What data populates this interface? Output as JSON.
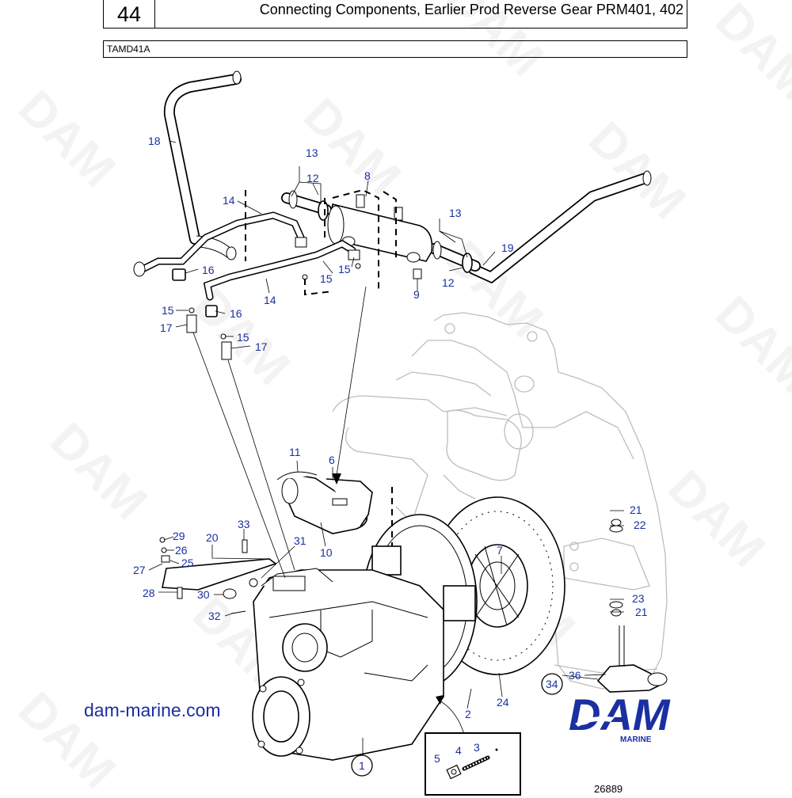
{
  "header": {
    "page_number": "44",
    "title": "Connecting Components, Earlier Prod Reverse Gear PRM401, 402",
    "model": "TAMD41A"
  },
  "footer": {
    "website": "dam-marine.com",
    "logo_text": "DAM",
    "logo_subtext": "MARINE",
    "document_ref": "26889"
  },
  "watermark": {
    "text": "DAM",
    "color": "#000000"
  },
  "callouts": {
    "c1": "1",
    "c2": "2",
    "c3": "3",
    "c4": "4",
    "c5": "5",
    "c6": "6",
    "c7": "7",
    "c8": "8",
    "c9": "9",
    "c10": "10",
    "c11": "11",
    "c12a": "12",
    "c12b": "12",
    "c13a": "13",
    "c13b": "13",
    "c14a": "14",
    "c14b": "14",
    "c15a": "15",
    "c15b": "15",
    "c15c": "15",
    "c15d": "15",
    "c16a": "16",
    "c16b": "16",
    "c17a": "17",
    "c17b": "17",
    "c18": "18",
    "c19": "19",
    "c20": "20",
    "c21a": "21",
    "c21b": "21",
    "c22": "22",
    "c23": "23",
    "c24": "24",
    "c25": "25",
    "c26": "26",
    "c27": "27",
    "c28": "28",
    "c29": "29",
    "c30": "30",
    "c31": "31",
    "c32": "32",
    "c33": "33",
    "c34": "34",
    "c36": "36"
  },
  "colors": {
    "callout": "#1a2fa0",
    "brand": "#1a2fa0",
    "line": "#000000",
    "engine_outline": "#bdbdbd"
  }
}
